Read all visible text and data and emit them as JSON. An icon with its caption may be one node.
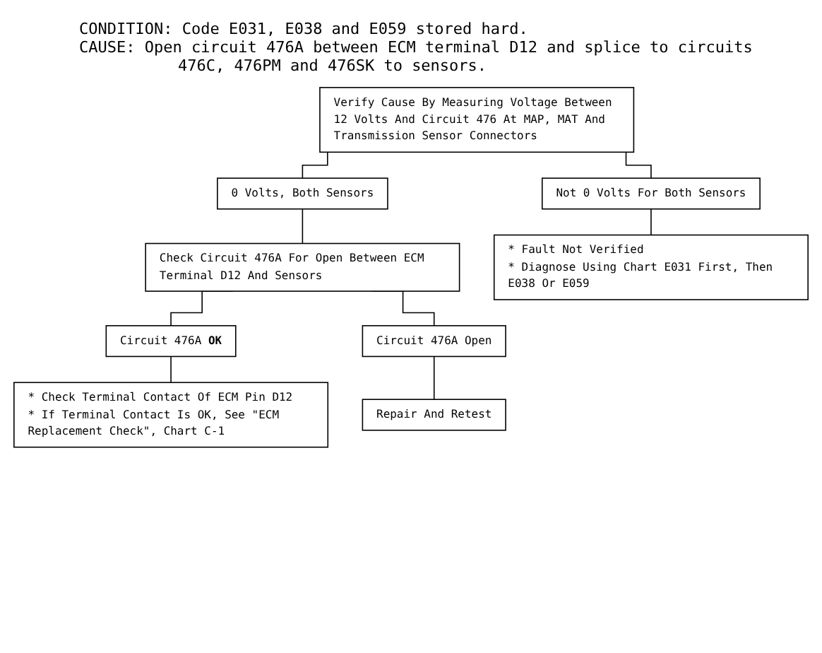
{
  "diagram": {
    "nodes": [
      {
        "text": [
          "Verify Cause By Measuring Voltage Between 12 Volts And Circuit 476 At MAP, MAT And Transmission Sensor Connectors"
        ]
      },
      {
        "text": [
          "0 Volts, Both Sensors"
        ]
      },
      {
        "text": [
          "Not 0 Volts For Both Sensors"
        ]
      },
      {
        "text": [
          "Check Circuit 476A For Open Between ECM Terminal D12 And Sensors"
        ]
      },
      {
        "text": [
          "* Fault Not Verified",
          "* Diagnose Using Chart E031 First, Then E038 Or E059"
        ]
      },
      {
        "text": [
          "Circuit 476A **OK**"
        ]
      },
      {
        "text": [
          "Circuit 476A Open"
        ]
      },
      {
        "text": [
          "* Check Terminal Contact Of ECM Pin D12",
          "* If Terminal Contact Is OK, See \"ECM Replacement Check\", Chart C-1"
        ]
      },
      {
        "text": [
          "Repair And Retest"
        ]
      }
    ],
    "edges": [
      {
        "from": 0,
        "to": 1,
        "arrow": "none"
      },
      {
        "from": 0,
        "to": 2,
        "arrow": "none"
      },
      {
        "from": 1,
        "to": 3,
        "arrow": "none"
      },
      {
        "from": 2,
        "to": 4,
        "arrow": "none"
      },
      {
        "from": 3,
        "to": 5,
        "arrow": "none"
      },
      {
        "from": 3,
        "to": 6,
        "arrow": "none"
      },
      {
        "from": 5,
        "to": 7,
        "arrow": "none"
      },
      {
        "from": 6,
        "to": 8,
        "arrow": "none"
      }
    ],
    "labels": [
      "CONDITION: Code E031, E038 and E059 stored hard.",
      "CAUSE: Open circuit 476A between ECM terminal D12 and splice to circuits 476C, 476PM and 476SK to sensors."
    ]
  }
}
